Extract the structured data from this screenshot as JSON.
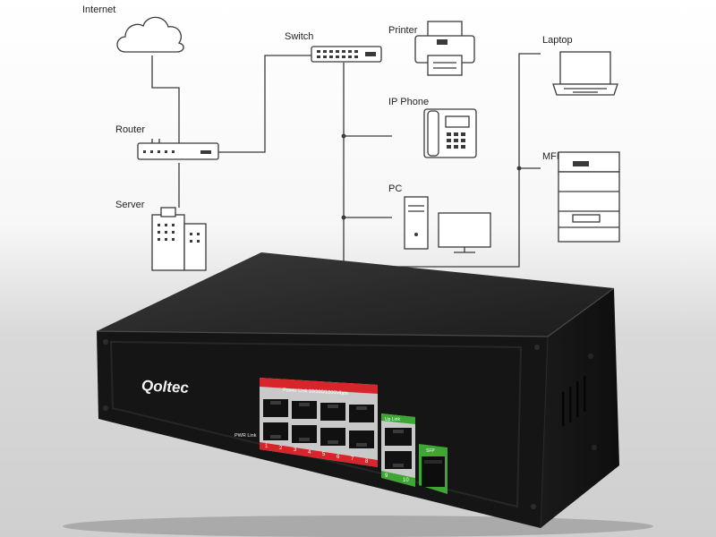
{
  "diagram": {
    "nodes": {
      "internet": "Internet",
      "router": "Router",
      "server": "Server",
      "switch": "Switch",
      "printer": "Printer",
      "ip_phone": "IP Phone",
      "pc": "PC",
      "laptop": "Laptop",
      "mfp": "MFP"
    }
  },
  "device": {
    "brand": "Qoltec",
    "poe_header": "Power Link  10/100/1000Mbps",
    "uplink_header": "Up Link",
    "sfp_header": "SFP",
    "pwr_label": "PWR Link",
    "port_numbers": [
      "1",
      "2",
      "3",
      "4",
      "5",
      "6",
      "7",
      "8"
    ],
    "port9": "9",
    "port10": "10",
    "colors": {
      "body": "#161616",
      "poe_accent": "#d8242b",
      "uplink_accent": "#3fa535"
    }
  }
}
